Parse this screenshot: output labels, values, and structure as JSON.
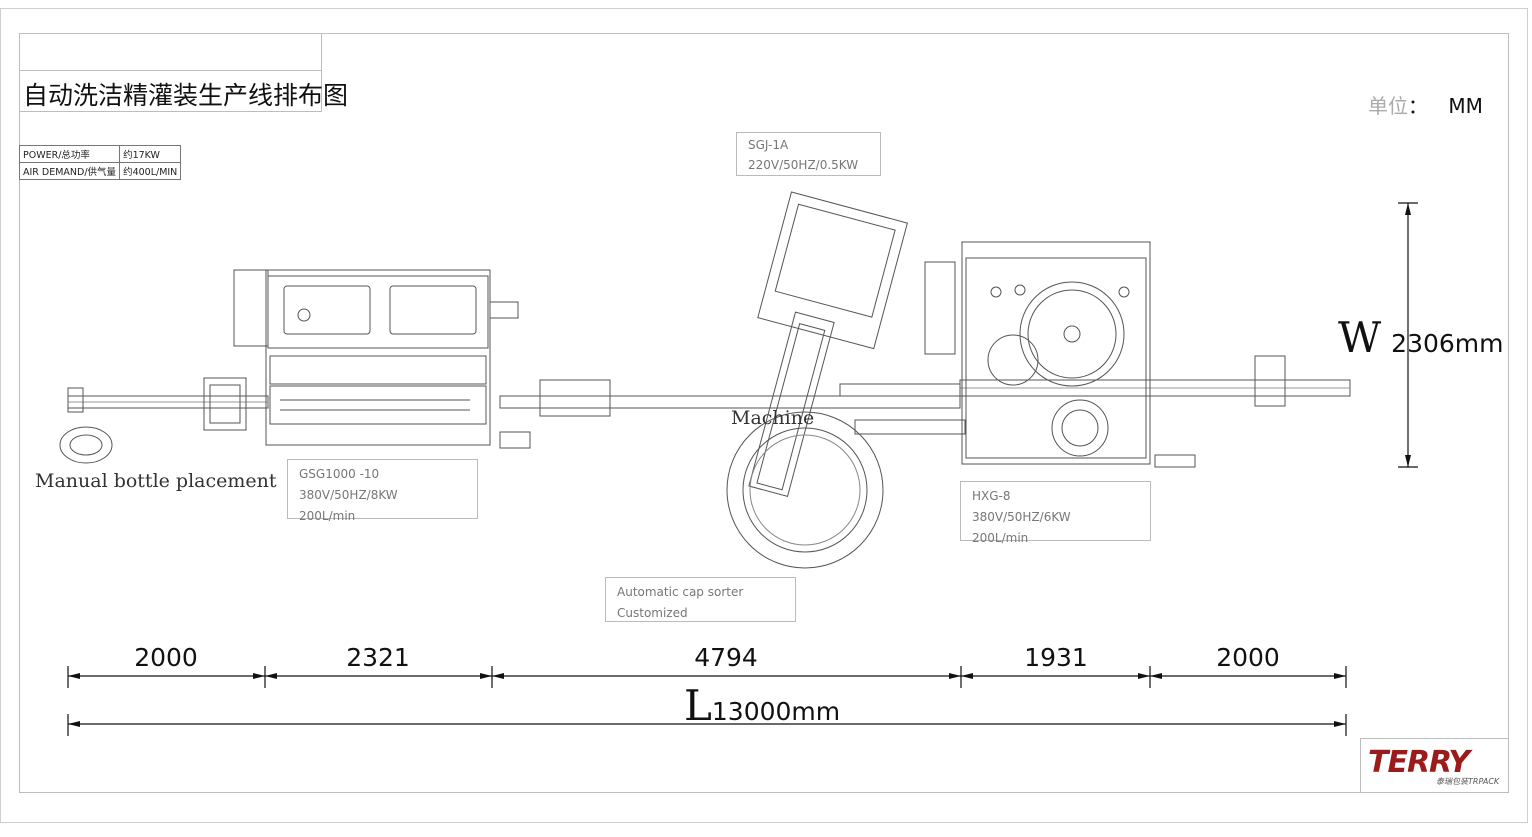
{
  "title": "自动洗洁精灌装生产线排布图",
  "unit": {
    "label": "单位",
    "sep": "：",
    "value": "MM"
  },
  "specs": [
    {
      "label": "POWER/总功率",
      "value": "约17KW"
    },
    {
      "label": "AIR DEMAND/供气量",
      "value": "约400L/MIN"
    }
  ],
  "machines": {
    "capper_top": {
      "line1": "SGJ-1A",
      "line2": "220V/50HZ/0.5KW"
    },
    "filler": {
      "line1": "GSG1000 -10",
      "line2": "380V/50HZ/8KW",
      "line3": "200L/min"
    },
    "capper": {
      "line1": "HXG-8",
      "line2": "380V/50HZ/6KW",
      "line3": "200L/min"
    },
    "sorter": {
      "line1": "Automatic cap sorter",
      "line2": "Customized"
    }
  },
  "labels": {
    "manual": "Manual bottle placement",
    "machine": "Machine"
  },
  "dimensions": {
    "segments": [
      "2000",
      "2321",
      "4794",
      "1931",
      "2000"
    ],
    "total_prefix": "L",
    "total": "13000mm",
    "width_prefix": "W",
    "width": "2306mm"
  },
  "logo": {
    "name": "TERRY",
    "tagline": "泰瑞包装TRPACK"
  }
}
